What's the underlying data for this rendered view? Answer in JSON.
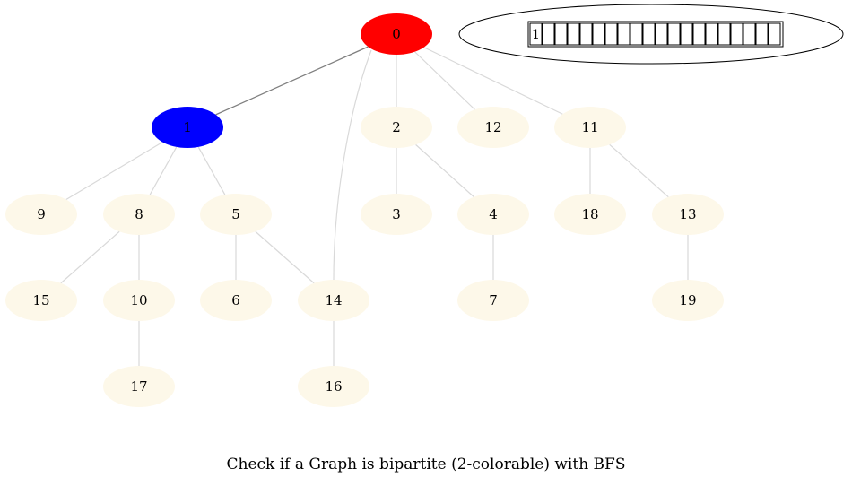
{
  "caption": "Check if a Graph is bipartite (2-colorable) with BFS",
  "colors": {
    "red": "#ff0000",
    "blue": "#0000ff",
    "uncolored": "#fdf8e9",
    "tree_edge": "#7f7f7f",
    "other_edge": "#d9d9d9"
  },
  "nodes": [
    {
      "id": "0",
      "label": "0",
      "color": "red"
    },
    {
      "id": "1",
      "label": "1",
      "color": "blue"
    },
    {
      "id": "2",
      "label": "2",
      "color": "uncolored"
    },
    {
      "id": "3",
      "label": "3",
      "color": "uncolored"
    },
    {
      "id": "4",
      "label": "4",
      "color": "uncolored"
    },
    {
      "id": "5",
      "label": "5",
      "color": "uncolored"
    },
    {
      "id": "6",
      "label": "6",
      "color": "uncolored"
    },
    {
      "id": "7",
      "label": "7",
      "color": "uncolored"
    },
    {
      "id": "8",
      "label": "8",
      "color": "uncolored"
    },
    {
      "id": "9",
      "label": "9",
      "color": "uncolored"
    },
    {
      "id": "10",
      "label": "10",
      "color": "uncolored"
    },
    {
      "id": "11",
      "label": "11",
      "color": "uncolored"
    },
    {
      "id": "12",
      "label": "12",
      "color": "uncolored"
    },
    {
      "id": "13",
      "label": "13",
      "color": "uncolored"
    },
    {
      "id": "14",
      "label": "14",
      "color": "uncolored"
    },
    {
      "id": "15",
      "label": "15",
      "color": "uncolored"
    },
    {
      "id": "16",
      "label": "16",
      "color": "uncolored"
    },
    {
      "id": "17",
      "label": "17",
      "color": "uncolored"
    },
    {
      "id": "18",
      "label": "18",
      "color": "uncolored"
    },
    {
      "id": "19",
      "label": "19",
      "color": "uncolored"
    }
  ],
  "edges": [
    {
      "from": "0",
      "to": "1",
      "highlighted": true
    },
    {
      "from": "0",
      "to": "14",
      "highlighted": false
    },
    {
      "from": "0",
      "to": "2",
      "highlighted": false
    },
    {
      "from": "0",
      "to": "12",
      "highlighted": false
    },
    {
      "from": "0",
      "to": "11",
      "highlighted": false
    },
    {
      "from": "1",
      "to": "9",
      "highlighted": false
    },
    {
      "from": "1",
      "to": "8",
      "highlighted": false
    },
    {
      "from": "1",
      "to": "5",
      "highlighted": false
    },
    {
      "from": "2",
      "to": "3",
      "highlighted": false
    },
    {
      "from": "2",
      "to": "4",
      "highlighted": false
    },
    {
      "from": "11",
      "to": "18",
      "highlighted": false
    },
    {
      "from": "11",
      "to": "13",
      "highlighted": false
    },
    {
      "from": "8",
      "to": "15",
      "highlighted": false
    },
    {
      "from": "8",
      "to": "10",
      "highlighted": false
    },
    {
      "from": "5",
      "to": "6",
      "highlighted": false
    },
    {
      "from": "5",
      "to": "14",
      "highlighted": false
    },
    {
      "from": "4",
      "to": "7",
      "highlighted": false
    },
    {
      "from": "13",
      "to": "19",
      "highlighted": false
    },
    {
      "from": "10",
      "to": "17",
      "highlighted": false
    },
    {
      "from": "14",
      "to": "16",
      "highlighted": false
    }
  ],
  "queue": {
    "cells": [
      "1",
      "",
      "",
      "",
      "",
      "",
      "",
      "",
      "",
      "",
      "",
      "",
      "",
      "",
      "",
      "",
      "",
      "",
      "",
      ""
    ]
  }
}
